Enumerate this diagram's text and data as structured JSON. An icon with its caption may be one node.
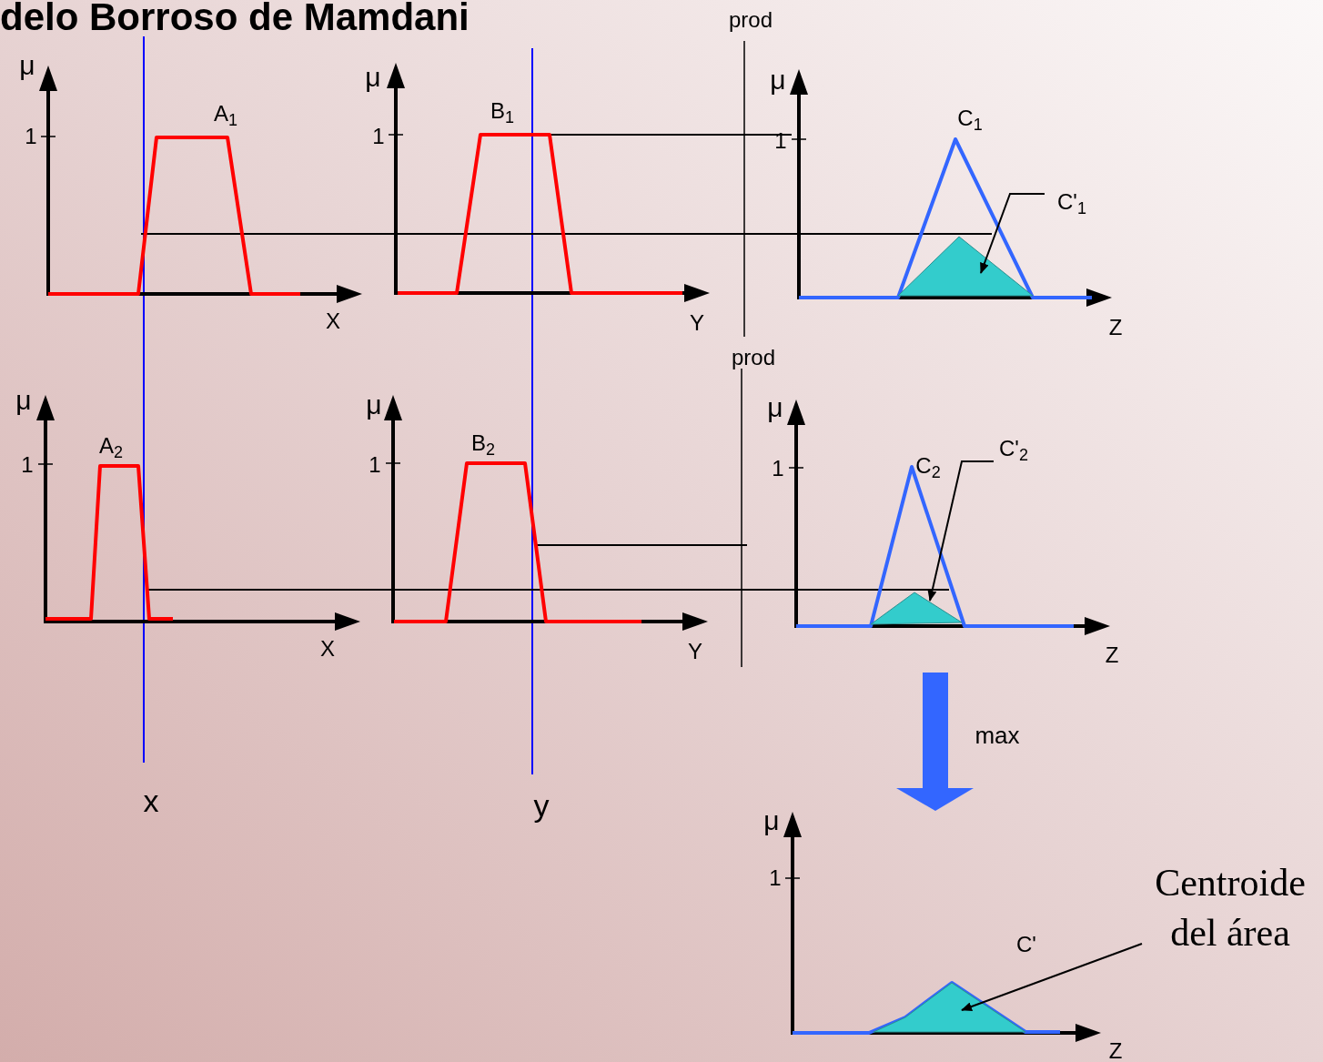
{
  "diagram": {
    "title": "delo Borroso de Mamdani",
    "nodes": [
      {
        "text": [
          "C'$_{1}$"
        ]
      },
      {
        "text": [],
        "shape": "triangle"
      },
      {
        "text": [
          "C'$_{2}$"
        ]
      },
      {
        "text": [],
        "shape": "triangle"
      },
      {
        "text": [
          "Centroide del área"
        ]
      },
      {
        "text": [],
        "shape": "triangle"
      }
    ],
    "edges": [
      {
        "from": 0,
        "to": 1,
        "arrow": "to"
      },
      {
        "from": 2,
        "to": 3,
        "arrow": "to"
      },
      {
        "from": 4,
        "to": 5,
        "arrow": "to"
      }
    ],
    "labels": [
      "prod",
      "μ",
      "μ",
      "μ",
      "A$_{1}$",
      "B$_{1}$",
      "C$_{1}$",
      "1",
      "1",
      "1",
      "X",
      "Y",
      "Z",
      "prod",
      "μ",
      "μ",
      "μ",
      "A$_{2}$",
      "B$_{2}$",
      "1",
      "1",
      "1",
      "C$_{2}$",
      "X",
      "Y",
      "Z",
      "max",
      "x",
      "y",
      "μ",
      "1",
      "C'",
      "Z"
    ]
  }
}
